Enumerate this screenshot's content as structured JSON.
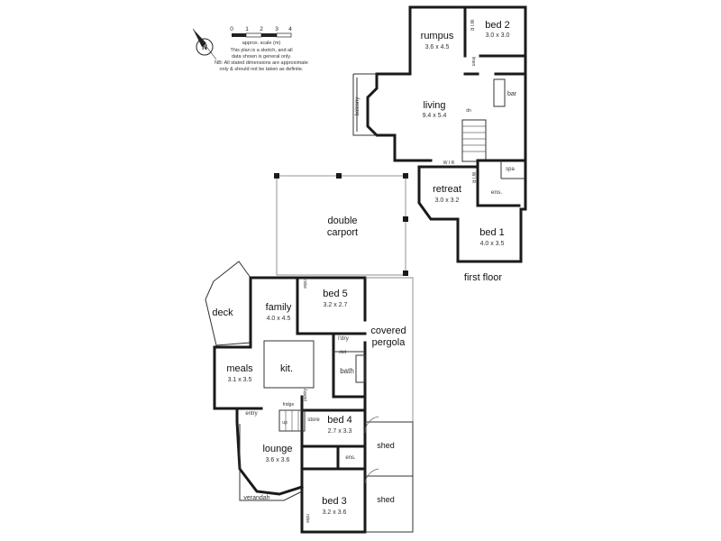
{
  "scale": {
    "ticks": [
      "0",
      "1",
      "2",
      "3",
      "4"
    ],
    "label": "approx. scale (m)",
    "note_lines": [
      "This plan is a sketch, and all",
      "data shown is general only.",
      "NB: All stated dimensions are approximate",
      "only & should not be taken as definite."
    ]
  },
  "compass": {
    "letter": "N"
  },
  "rooms": {
    "rumpus": {
      "name": "rumpus",
      "dim": "3.6 x 4.5"
    },
    "bed2": {
      "name": "bed 2",
      "dim": "3.0 x 3.0"
    },
    "living": {
      "name": "living",
      "dim": "9.4 x 5.4"
    },
    "bar": {
      "name": "bar"
    },
    "balcony": {
      "name": "balcony"
    },
    "retreat": {
      "name": "retreat",
      "dim": "3.0 x 3.2"
    },
    "spa": {
      "name": "spa"
    },
    "ens_upper": {
      "name": "ens."
    },
    "bed1": {
      "name": "bed 1",
      "dim": "4.0 x 3.5"
    },
    "carport_l1": {
      "name": "double"
    },
    "carport_l2": {
      "name": "carport"
    },
    "deck": {
      "name": "deck"
    },
    "family": {
      "name": "family",
      "dim": "4.0 x 4.5"
    },
    "bed5": {
      "name": "bed 5",
      "dim": "3.2 x 2.7"
    },
    "pergola_l1": {
      "name": "covered"
    },
    "pergola_l2": {
      "name": "pergola"
    },
    "ldry": {
      "name": "l'dry"
    },
    "bath": {
      "name": "bath"
    },
    "meals": {
      "name": "meals",
      "dim": "3.1 x 3.5"
    },
    "kit": {
      "name": "kit."
    },
    "entry": {
      "name": "entry"
    },
    "store": {
      "name": "store"
    },
    "bed4": {
      "name": "bed 4",
      "dim": "2.7 x 3.3"
    },
    "lounge": {
      "name": "lounge",
      "dim": "3.6 x 3.6"
    },
    "ens_lower": {
      "name": "ens."
    },
    "shed_upper": {
      "name": "shed"
    },
    "shed_lower": {
      "name": "shed"
    },
    "verandah": {
      "name": "verandah"
    },
    "bed3": {
      "name": "bed 3",
      "dim": "3.2 x 3.6"
    }
  },
  "fixtures": {
    "wir": "W I R",
    "robe": "robe",
    "linen": "linen",
    "cbd": "cbd",
    "fridge": "fridge",
    "pantry": "pantry",
    "up": "up",
    "dn": "dn"
  },
  "floor_label": "first floor"
}
